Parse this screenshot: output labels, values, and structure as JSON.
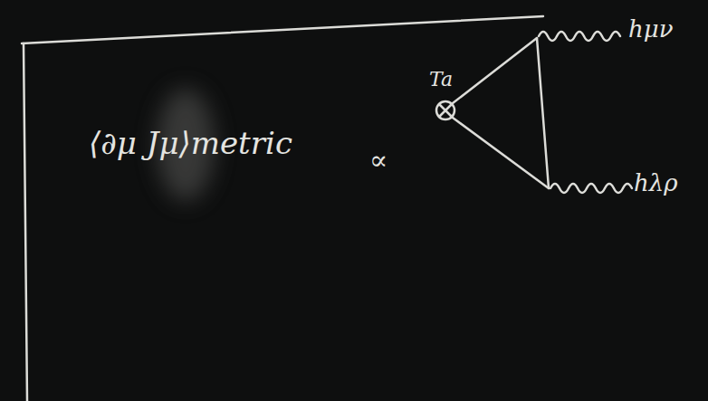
{
  "diagram": {
    "labels": [
      "⟨∂μ Jμ⟩metric",
      "∝",
      "Ta",
      "hμν",
      "hλρ"
    ]
  }
}
